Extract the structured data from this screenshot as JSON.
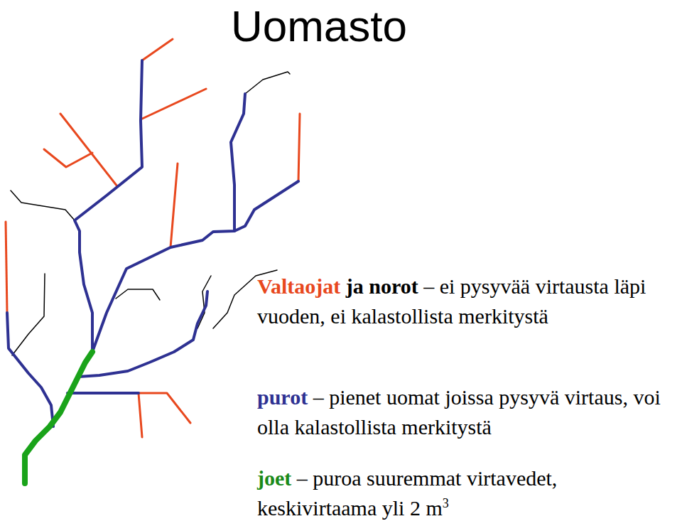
{
  "diagram": {
    "title": "Uomasto",
    "labels": [
      "Valtaojat",
      "ja norot",
      "– ei pysyvää virtausta läpi vuoden, ei kalastollista merkitystä",
      "purot",
      "– pienet uomat joissa pysyvä virtaus, voi olla kalastollista merkitystä",
      "joet",
      "– puroa suuremmat virtavedet, keskivirtaama yli 2 m",
      "3"
    ]
  }
}
